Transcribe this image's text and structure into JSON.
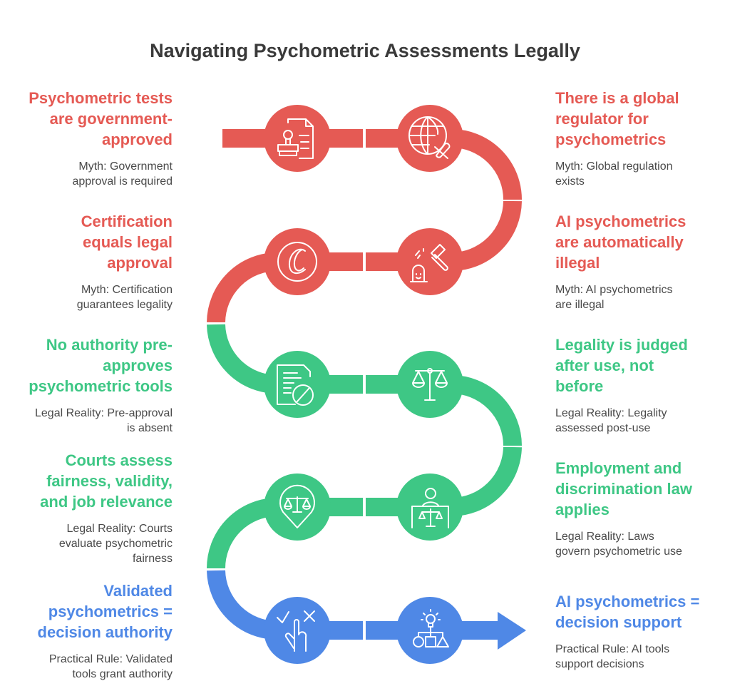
{
  "title": "Navigating Psychometric Assessments Legally",
  "colors": {
    "myth": "#E55A54",
    "legal_reality": "#3EC785",
    "practical_rule": "#4F88E6"
  },
  "steps": [
    {
      "title_lines": [
        "Psychometric tests",
        "are government-",
        "approved"
      ],
      "desc_lines": [
        "Myth: Government",
        "approval is required"
      ],
      "icon": "stamp-document-icon"
    },
    {
      "title_lines": [
        "There is a global",
        "regulator for",
        "psychometrics"
      ],
      "desc_lines": [
        "Myth: Global regulation",
        "exists"
      ],
      "icon": "globe-cross-icon"
    },
    {
      "title_lines": [
        "Certification",
        "equals legal",
        "approval"
      ],
      "desc_lines": [
        "Myth: Certification",
        "guarantees legality"
      ],
      "icon": "certificate-c-icon"
    },
    {
      "title_lines": [
        "AI psychometrics",
        "are automatically",
        "illegal"
      ],
      "desc_lines": [
        "Myth: AI psychometrics",
        "are illegal"
      ],
      "icon": "gavel-robot-icon"
    },
    {
      "title_lines": [
        "No authority pre-",
        "approves",
        "psychometric tools"
      ],
      "desc_lines": [
        "Legal Reality: Pre-approval",
        "is absent"
      ],
      "icon": "document-prohibited-icon"
    },
    {
      "title_lines": [
        "Legality is judged",
        "after use, not",
        "before"
      ],
      "desc_lines": [
        "Legal Reality: Legality",
        "assessed post-use"
      ],
      "icon": "scales-icon"
    },
    {
      "title_lines": [
        "Courts assess",
        "fairness, validity,",
        "and job relevance"
      ],
      "desc_lines": [
        "Legal Reality: Courts",
        "evaluate psychometric",
        "fairness"
      ],
      "icon": "scales-pin-icon"
    },
    {
      "title_lines": [
        "Employment and",
        "discrimination law",
        "applies"
      ],
      "desc_lines": [
        "Legal Reality: Laws",
        "govern psychometric use"
      ],
      "icon": "judge-scales-icon"
    },
    {
      "title_lines": [
        "Validated",
        "psychometrics =",
        "decision authority"
      ],
      "desc_lines": [
        "Practical Rule: Validated",
        "tools grant authority"
      ],
      "icon": "hand-check-cross-icon"
    },
    {
      "title_lines": [
        "AI psychometrics =",
        "decision support"
      ],
      "desc_lines": [
        "Practical Rule: AI tools",
        "support decisions"
      ],
      "icon": "idea-hierarchy-icon"
    }
  ]
}
